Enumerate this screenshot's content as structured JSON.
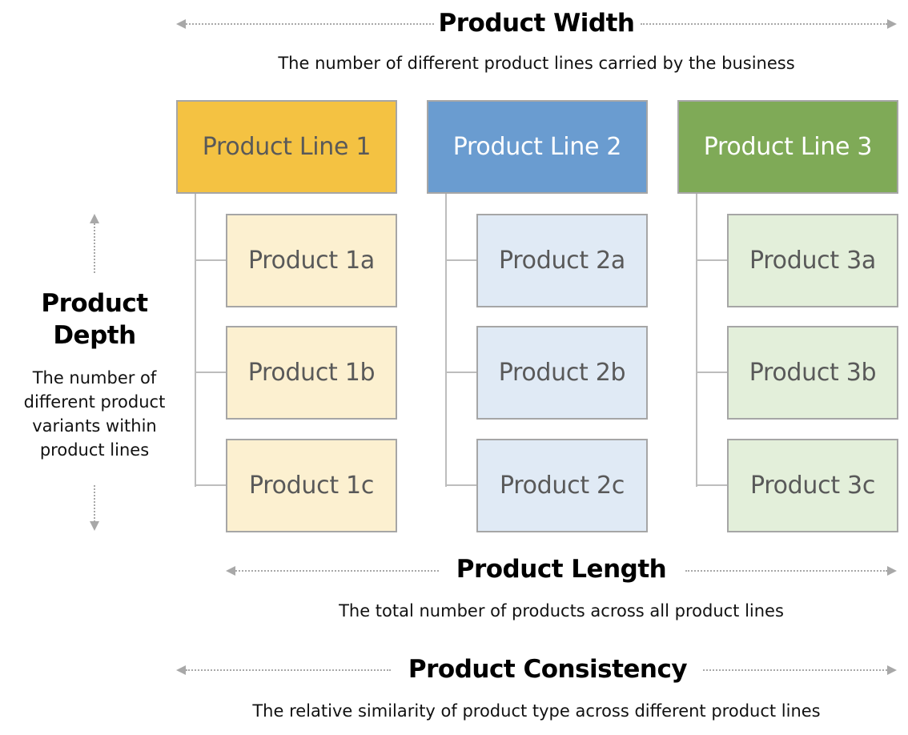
{
  "width_section": {
    "title": "Product Width",
    "description": "The number of different product lines carried by the business"
  },
  "depth_section": {
    "title_line1": "Product",
    "title_line2": "Depth",
    "description_lines": [
      "The number of",
      "different product",
      "variants within",
      "product lines"
    ]
  },
  "length_section": {
    "title": "Product Length",
    "description": "The total number of products across all product lines"
  },
  "consistency_section": {
    "title": "Product Consistency",
    "description": "The relative similarity of product type across different product lines"
  },
  "product_lines": [
    {
      "label": "Product Line 1",
      "header_color": "#f4c242",
      "header_text_color": "#595959",
      "item_color": "#fcf0d0",
      "products": [
        "Product 1a",
        "Product 1b",
        "Product 1c"
      ]
    },
    {
      "label": "Product Line 2",
      "header_color": "#6a9cd0",
      "header_text_color": "#ffffff",
      "item_color": "#e0eaf5",
      "products": [
        "Product 2a",
        "Product 2b",
        "Product 2c"
      ]
    },
    {
      "label": "Product Line 3",
      "header_color": "#7faa57",
      "header_text_color": "#ffffff",
      "item_color": "#e3efda",
      "products": [
        "Product 3a",
        "Product 3b",
        "Product 3c"
      ]
    }
  ],
  "colors": {
    "arrow": "#a8a8a8",
    "connector": "#bdbdbd",
    "box_border": "#a6a6a6"
  }
}
